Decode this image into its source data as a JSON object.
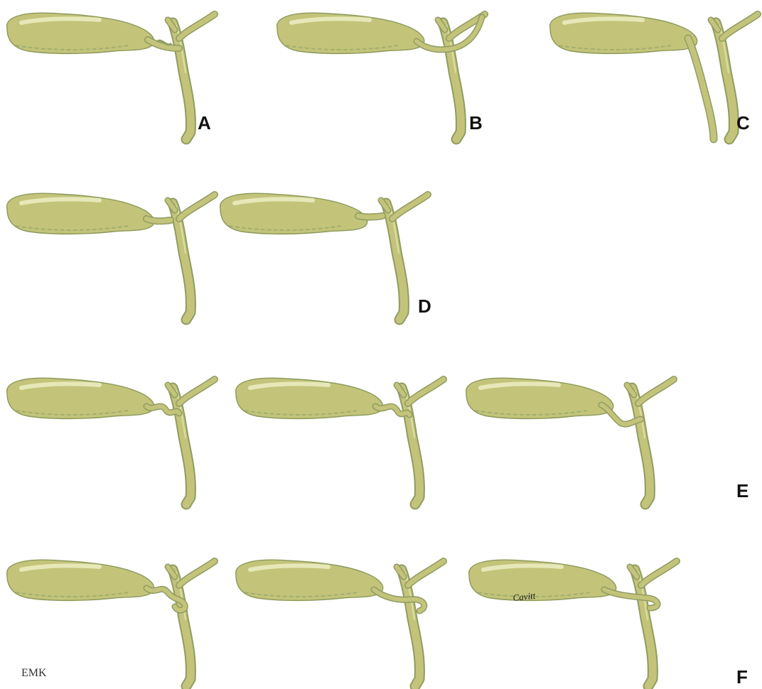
{
  "figure": {
    "labels": [
      "A",
      "B",
      "C",
      "D",
      "E",
      "F"
    ],
    "initials": "EMK",
    "signature": "Cavitt",
    "colors": {
      "gallbladder": "#c3c47a",
      "outline": "#8f9c62",
      "highlight": "#e9ebbf",
      "label": "#111111"
    }
  }
}
